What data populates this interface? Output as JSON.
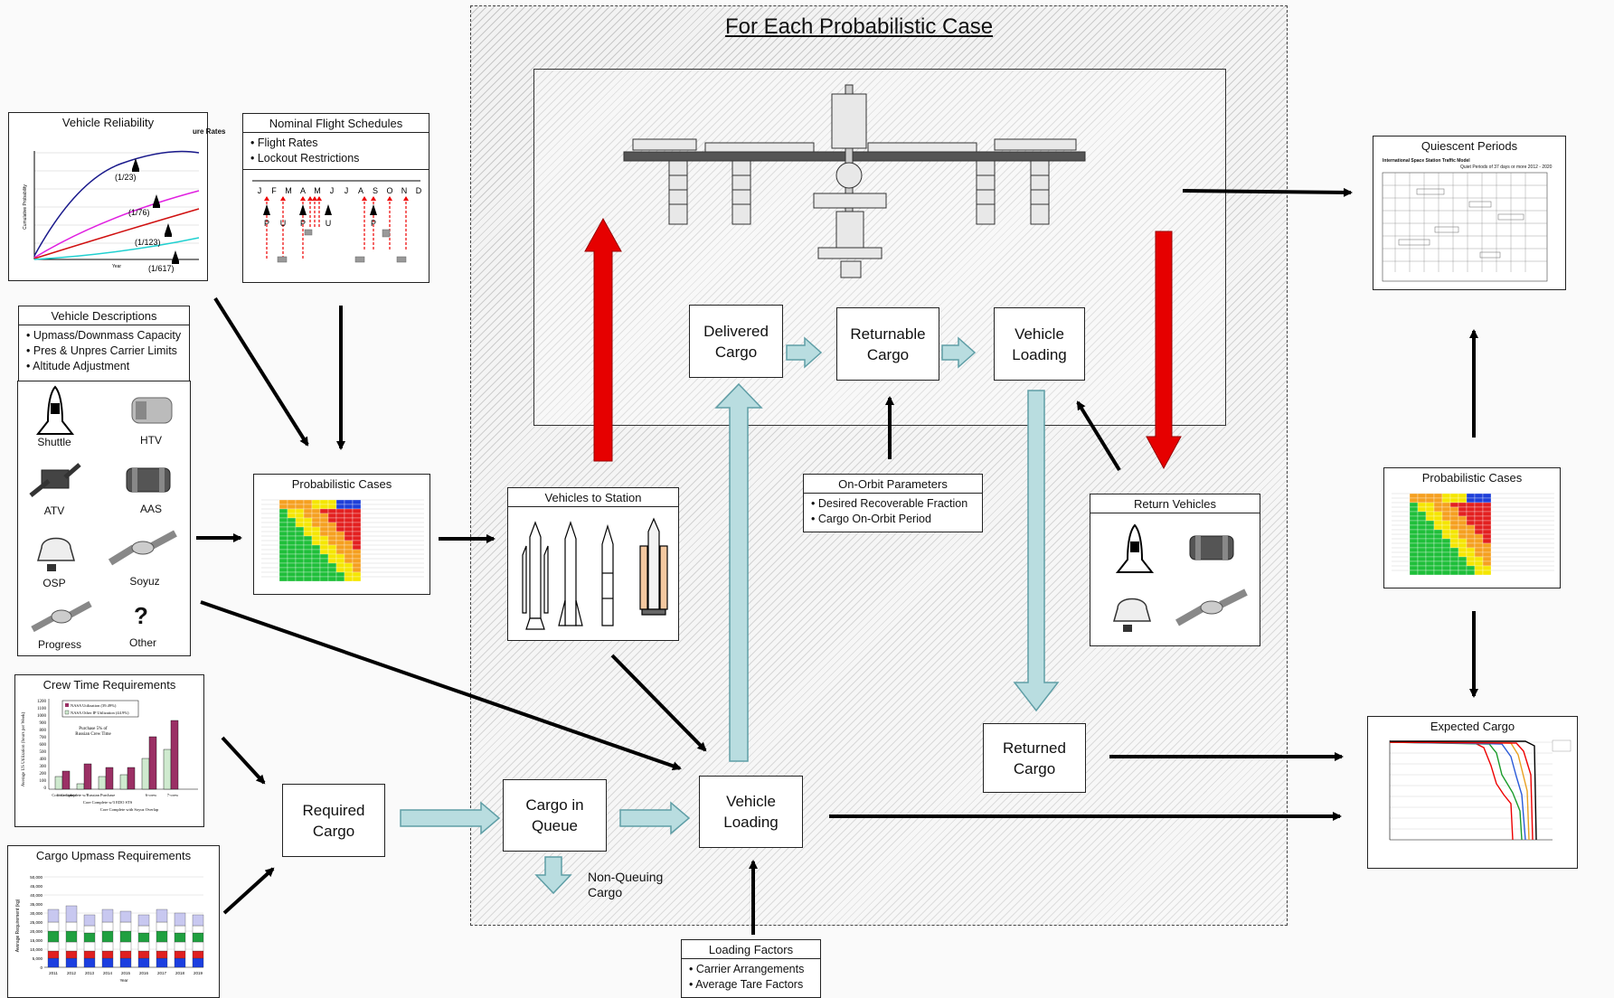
{
  "header": {
    "title": "For Each Probabilistic Case"
  },
  "vehicle_reliability": {
    "title": "Vehicle Reliability",
    "corner_note": "ure Rates",
    "y_axis_label": "Cumulative Probability",
    "x_axis_label": "Year",
    "rates": [
      "(1/23)",
      "(1/76)",
      "(1/123)",
      "(1/617)"
    ]
  },
  "nominal_flight_schedules": {
    "title": "Nominal Flight Schedules",
    "bullets": [
      "• Flight Rates",
      "• Lockout Restrictions"
    ],
    "months": [
      "J",
      "F",
      "M",
      "A",
      "M",
      "J",
      "J",
      "A",
      "S",
      "O",
      "N",
      "D"
    ],
    "markers": [
      "P",
      "U",
      "P",
      "U",
      "P"
    ]
  },
  "vehicle_descriptions": {
    "title": "Vehicle Descriptions",
    "bullets": [
      "• Upmass/Downmass Capacity",
      "• Pres & Unpres Carrier Limits",
      "• Altitude Adjustment"
    ],
    "vehicles": [
      "Shuttle",
      "HTV",
      "ATV",
      "AAS",
      "OSP",
      "Soyuz",
      "Progress",
      "Other"
    ],
    "other_symbol": "?"
  },
  "crew_time": {
    "title": "Crew Time Requirements",
    "legend": [
      "NASA Utilization (39.49%)",
      "NASA Other IP Utilization (44.9%)"
    ],
    "annotation": [
      "Purchase 5% of",
      "Russian Crew Time"
    ],
    "categories": [
      "Core Complete",
      "Core Complete w/Russian Purchase",
      "Core Complete w/3 EDO STS",
      "Core Complete with Soyuz Overlap",
      "6-crew",
      "7-crew"
    ],
    "y_ticks": [
      "1200",
      "1100",
      "1000",
      "900",
      "800",
      "700",
      "600",
      "500",
      "400",
      "300",
      "200",
      "100",
      "0"
    ],
    "y_axis_label": "Average US Utilization (hours per Week)"
  },
  "cargo_upmass": {
    "title": "Cargo Upmass Requirements",
    "y_axis_label": "Average Requirement (kg)",
    "x_axis_label": "Year",
    "years": [
      "2011",
      "2012",
      "2013",
      "2014",
      "2015",
      "2016",
      "2017",
      "2018",
      "2019"
    ],
    "y_ticks": [
      "50,000",
      "45,000",
      "40,000",
      "35,000",
      "30,000",
      "25,000",
      "20,000",
      "15,000",
      "10,000",
      "5,000",
      "0"
    ]
  },
  "probabilistic_cases_left": {
    "title": "Probabilistic Cases"
  },
  "probabilistic_cases_right": {
    "title": "Probabilistic Cases"
  },
  "required_cargo": {
    "label_line1": "Required",
    "label_line2": "Cargo"
  },
  "cargo_in_queue": {
    "label_line1": "Cargo in",
    "label_line2": "Queue"
  },
  "vehicle_loading_main": {
    "label_line1": "Vehicle",
    "label_line2": "Loading"
  },
  "non_queuing": {
    "label_line1": "Non-Queuing",
    "label_line2": "Cargo"
  },
  "loading_factors": {
    "title": "Loading Factors",
    "bullets": [
      "• Carrier Arrangements",
      "• Average Tare Factors"
    ]
  },
  "vehicles_to_station": {
    "title": "Vehicles to Station"
  },
  "delivered_cargo": {
    "label_line1": "Delivered",
    "label_line2": "Cargo"
  },
  "returnable_cargo": {
    "label_line1": "Returnable",
    "label_line2": "Cargo"
  },
  "vehicle_loading_orbit": {
    "label_line1": "Vehicle",
    "label_line2": "Loading"
  },
  "on_orbit_parameters": {
    "title": "On-Orbit Parameters",
    "bullets": [
      "• Desired Recoverable Fraction",
      "• Cargo On-Orbit Period"
    ]
  },
  "return_vehicles": {
    "title": "Return Vehicles"
  },
  "returned_cargo": {
    "label_line1": "Returned",
    "label_line2": "Cargo"
  },
  "quiescent_periods": {
    "title": "Quiescent Periods",
    "doc_title": "International Space Station Traffic Model",
    "doc_subtitle": "Quiet Periods of 37 days or more 2012 - 2020"
  },
  "expected_cargo": {
    "title": "Expected Cargo"
  },
  "colors": {
    "red_arrow": "#e60000",
    "teal_arrow": "#b9dde0",
    "teal_stroke": "#5f9ea6",
    "heat_red": "#e32020",
    "heat_orange": "#f5a020",
    "heat_yellow": "#f5e600",
    "heat_green": "#1fbf3a",
    "heat_blue": "#1f3fd9"
  }
}
